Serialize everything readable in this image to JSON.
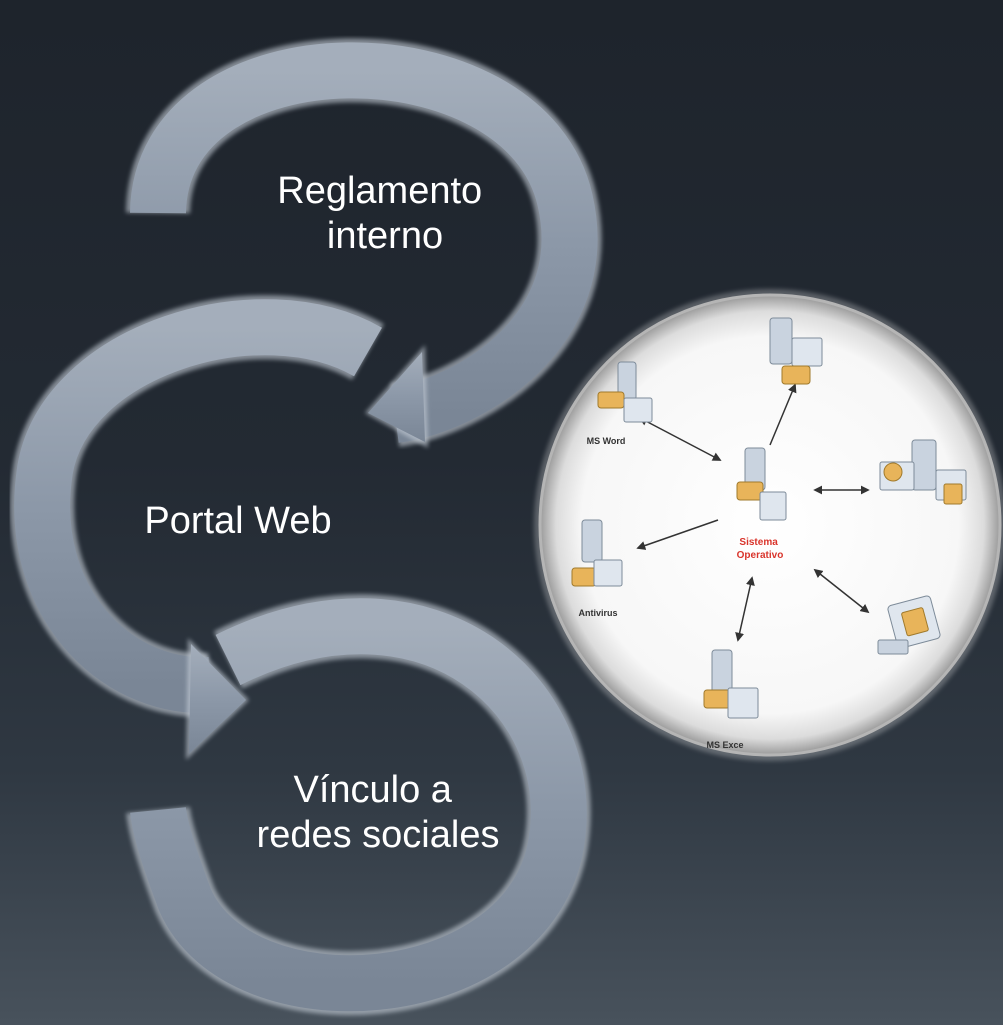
{
  "cycle": {
    "steps": [
      {
        "label_lines": [
          "Reglamento",
          "interno"
        ]
      },
      {
        "label_lines": [
          "Portal Web"
        ]
      },
      {
        "label_lines": [
          "Vínculo a",
          "redes sociales"
        ]
      }
    ],
    "arrow_color": "#8e9aaa"
  },
  "network": {
    "center_lines": [
      "Sistema",
      "Operativo"
    ],
    "center_color": "#d9342b",
    "nodes": [
      {
        "icon": "server-workstation-icon",
        "label": "MS Word"
      },
      {
        "icon": "server-workstation-icon",
        "label": ""
      },
      {
        "icon": "workgroup-icon",
        "label": ""
      },
      {
        "icon": "server-workstation-icon",
        "label": "Antivirus"
      },
      {
        "icon": "server-workstation-icon",
        "label": "MS Exce"
      },
      {
        "icon": "monitor-icon",
        "label": ""
      }
    ]
  }
}
